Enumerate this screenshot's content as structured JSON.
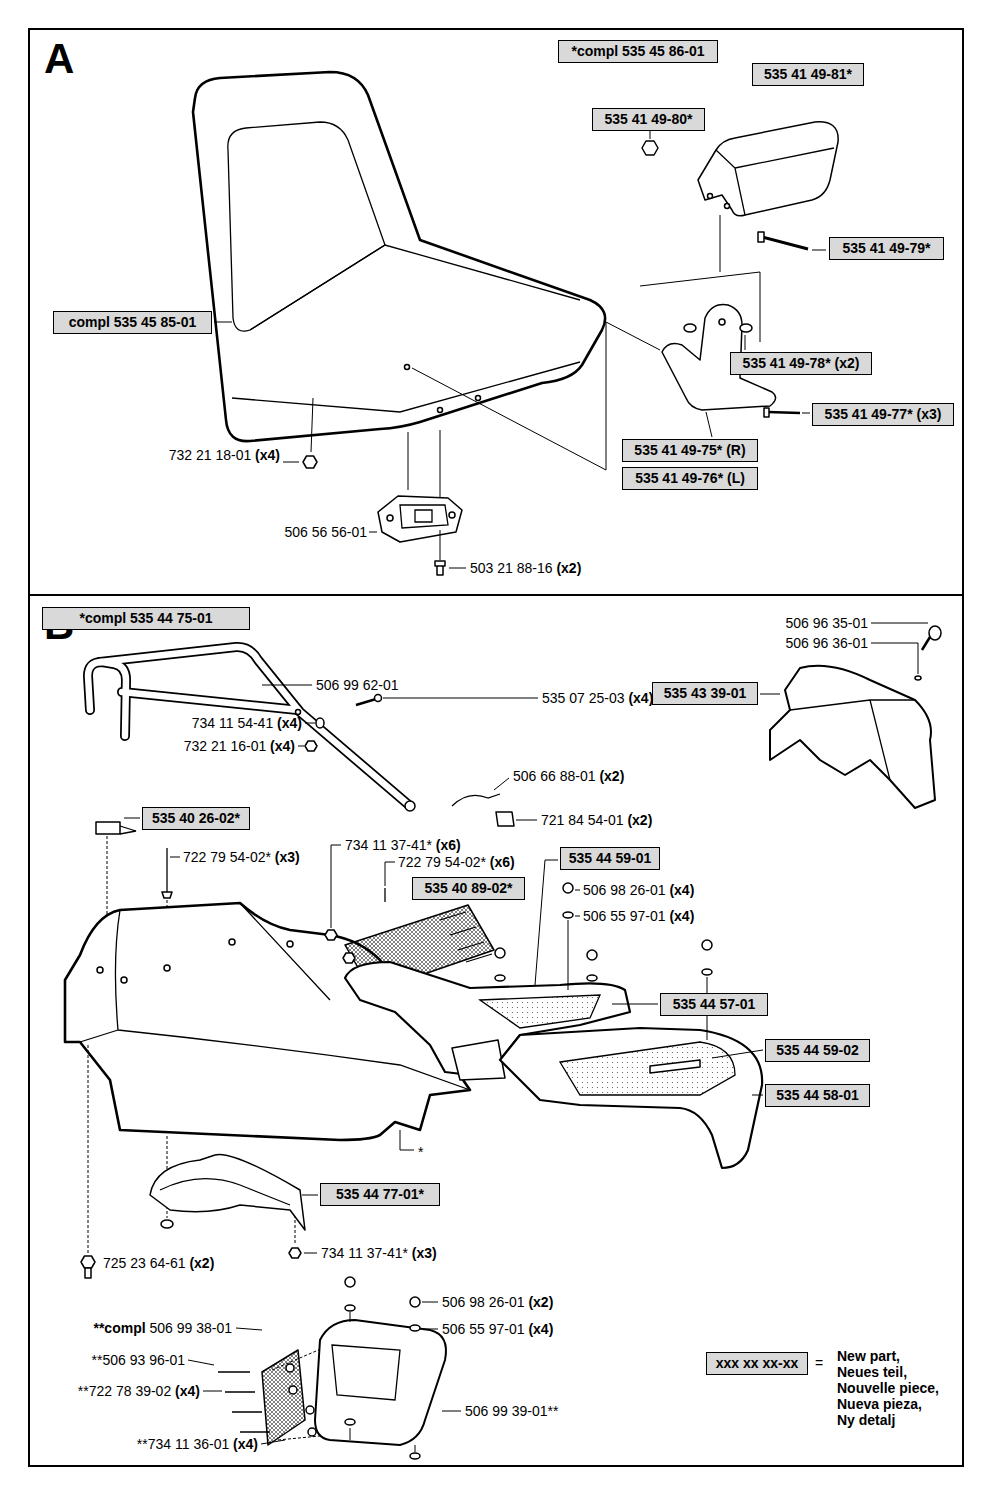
{
  "diagram": {
    "nodes": [
      {
        "text": [
          "A"
        ]
      },
      {
        "text": [
          "*compl 535 45 86-01"
        ],
        "in": 0
      },
      {
        "text": [
          "535 41 49-81*"
        ],
        "in": 0
      },
      {
        "text": [
          "535 41 49-80*"
        ],
        "in": 0
      },
      {
        "text": [
          "535 41 49-79*"
        ],
        "in": 0
      },
      {
        "text": [
          "compl 535 45 85-01"
        ],
        "in": 0
      },
      {
        "text": [
          "535 41 49-78* (x2)"
        ],
        "in": 0
      },
      {
        "text": [
          "535 41 49-77* (x3)"
        ],
        "in": 0
      },
      {
        "text": [
          "535 41 49-75* (R)"
        ],
        "in": 0
      },
      {
        "text": [
          "535 41 49-76* (L)"
        ],
        "in": 0
      },
      {
        "text": [
          "B"
        ]
      },
      {
        "text": [
          "*compl 535 44 75-01"
        ],
        "in": 10
      },
      {
        "text": [
          "535 43 39-01"
        ],
        "in": 10
      },
      {
        "text": [
          "535 40 26-02*"
        ],
        "in": 10
      },
      {
        "text": [
          "535 44 59-01"
        ],
        "in": 10
      },
      {
        "text": [
          "535 40 89-02*"
        ],
        "in": 10
      },
      {
        "text": [
          "535 44 57-01"
        ],
        "in": 10
      },
      {
        "text": [
          "535 44 59-02"
        ],
        "in": 10
      },
      {
        "text": [
          "535 44 58-01"
        ],
        "in": 10
      },
      {
        "text": [
          "535 44 77-01*"
        ],
        "in": 10
      },
      {
        "text": [
          "xxx xx xx-xx"
        ],
        "in": 10
      }
    ],
    "labels": [
      "732 21 18-01 (x4)",
      "506 56 56-01",
      "503 21 88-16 (x2)",
      "506 99 62-01",
      "535 07 25-03 (x4)",
      "734 11 54-41 (x4)",
      "732 21 16-01 (x4)",
      "506 66 88-01 (x2)",
      "721 84 54-01 (x2)",
      "722 79 54-02* (x3)",
      "734 11 37-41* (x6)",
      "722 79 54-02* (x6)",
      "506 98 26-01 (x4)",
      "506 55 97-01 (x4)",
      "506 96 35-01",
      "506 96 36-01",
      "*",
      "725 23 64-61 (x2)",
      "734 11 37-41* (x3)",
      "506 98 26-01 (x2)",
      "**compl 506 99 38-01",
      "506 55 97-01 (x4)",
      "**506 93 96-01",
      "**722 78 39-02 (x4)",
      "506 99 39-01**",
      "**734 11 36-01 (x4)",
      "=",
      "New part,",
      "Neues teil,",
      "Nouvelle piece,",
      "Nueva pieza,",
      "Ny detalj"
    ]
  }
}
